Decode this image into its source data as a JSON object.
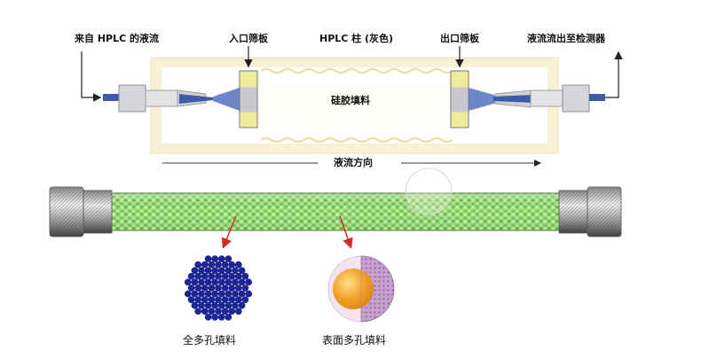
{
  "top_labels": {
    "source": "来自 HPLC 的液流",
    "inlet_frit": "入口筛板",
    "column": "HPLC 柱 (灰色)",
    "outlet_frit": "出口筛板",
    "to_detector": "液流流出至检测器",
    "packing": "硅胶填料",
    "flow_direction": "液流方向"
  },
  "bottom_labels": {
    "fully_porous": "全多孔填料",
    "superficially_porous": "表面多孔填料"
  },
  "colors": {
    "column_border": "#f6efcf",
    "column_fill": "#fffef6",
    "wave": "#f4e3b2",
    "fitting": "#d4d6d9",
    "tube_blue": "#3f5aa8",
    "frit_yellow": "#f1ec9a",
    "frit_grey": "#c7c9cc",
    "packing_green": "#86cf63",
    "arrow_red": "#d42a2a",
    "particle_navy": "#1c2599",
    "core_orange": "#f0a52a",
    "shell_purple": "#c7a7cf"
  }
}
